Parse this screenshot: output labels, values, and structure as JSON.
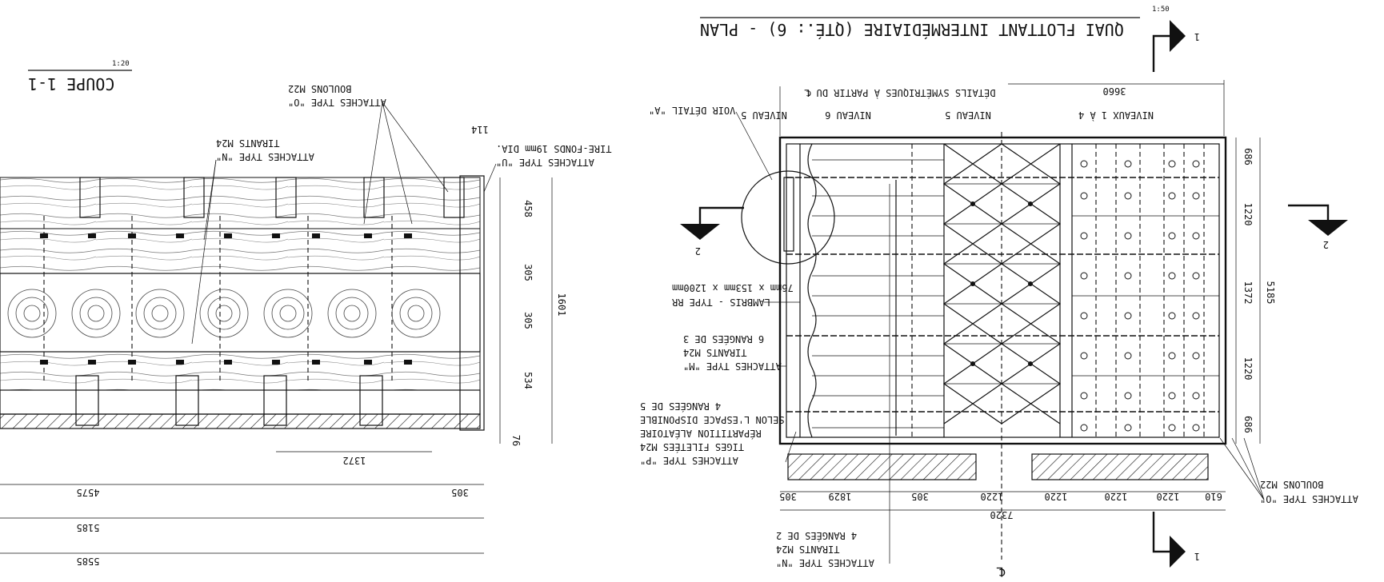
{
  "plan": {
    "title": "QUAI FLOTTANT INTERMÉDIAIRE (QTÉ.: 6) - PLAN",
    "scale": "1:50",
    "section_marks": [
      "1",
      "1",
      "2",
      "2"
    ],
    "centerline": "℄",
    "levels": {
      "n1_4": "NIVEAUX 1 À 4",
      "n5": "NIVEAU 5",
      "n6": "NIVEAU 6",
      "n5b": "NIVEAU 5"
    },
    "symmetry_note": "DÉTAILS SYMÉTRIQUES À PARTIR DU ℄",
    "top_dim": "3660",
    "bottom_dims": [
      "610",
      "1220",
      "1220",
      "1220",
      "1220",
      "305",
      "1829",
      "305"
    ],
    "overall_length": "7320",
    "side_dims": [
      "686",
      "1220",
      "1372",
      "1220",
      "686"
    ],
    "overall_width": "5185",
    "callouts": {
      "voir": "VOIR DÉTAIL \"A\"",
      "lambris": [
        "LAMBRIS - TYPE RR",
        "76mm x 153mm x 1200mm"
      ],
      "attM": [
        "ATTACHES TYPE \"M\"",
        "TIRANTS M24",
        "6 RANGÉES DE 3"
      ],
      "attP": [
        "ATTACHES TYPE \"P\"",
        "TIGES FILETÉES M24",
        "RÉPARTITION ALÉATOIRE",
        "SELON L'ESPACE DISPONIBLE",
        "4 RANGÉES DE 5"
      ],
      "attN": [
        "ATTACHES TYPE \"N\"",
        "TIRANTS M24",
        "4 RANGÉES DE 2"
      ],
      "attO": [
        "ATTACHES TYPE \"O\"",
        "BOULONS M22"
      ]
    }
  },
  "section": {
    "title": "COUPE 1-1",
    "scale": "1:20",
    "callouts": {
      "attO": [
        "ATTACHES TYPE \"O\"",
        "BOULONS M22"
      ],
      "attN": [
        "ATTACHES TYPE \"N\"",
        "TIRANTS M24"
      ],
      "attU": [
        "ATTACHES TYPE \"U\"",
        "TIRE-FONDS 19mm DIA."
      ]
    },
    "top_dim": "114",
    "vertical_dims": [
      "458",
      "305",
      "305",
      "534",
      "76"
    ],
    "overall_height": "1601",
    "h_dims": [
      "1372",
      "305",
      "4575",
      "5185",
      "5585"
    ]
  },
  "colors": {
    "line": "#111111",
    "background": "#ffffff"
  }
}
